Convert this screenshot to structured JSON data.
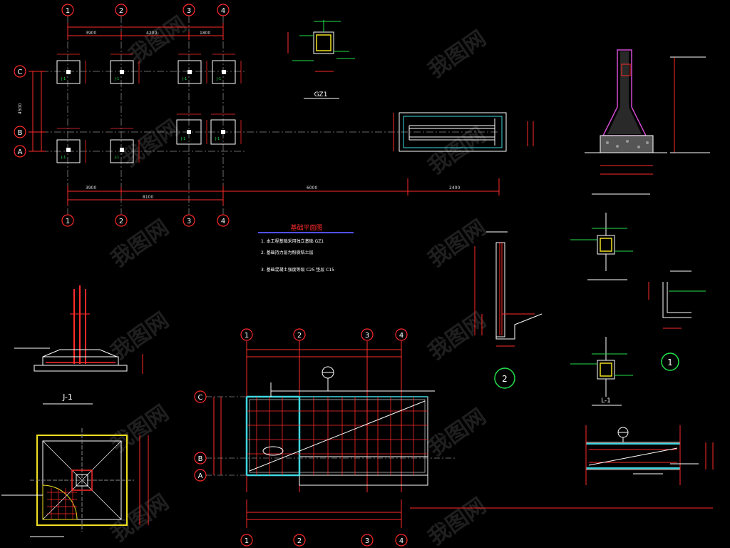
{
  "colors": {
    "background": "#000000",
    "axis": "#ff2a2a",
    "wall": "#ffffff",
    "rebar": "#ff3030",
    "slab_edge": "#3fd7e0",
    "green": "#22e04a",
    "yellow": "#f0e020",
    "magenta": "#d24ad2",
    "purple_rule": "#5050ff",
    "text": "#ffffff"
  },
  "top_plan": {
    "axis_labels_x": [
      "1",
      "2",
      "3",
      "4"
    ],
    "axis_labels_y": [
      "C",
      "B",
      "A"
    ],
    "footing_tag": "J-1"
  },
  "column_detail": {
    "title": "GZ1"
  },
  "notes": {
    "title": "基础平面图",
    "lines": [
      "1. 本工程基础采用独立基础 GZ1",
      "2. 基础持力层为粉质粘土层",
      "3. 基础混凝土强度等级 C25 垫层 C15"
    ]
  },
  "footing_section": {
    "title": "J-1"
  },
  "bottom_plan": {
    "axis_labels_x": [
      "1",
      "2",
      "3",
      "4"
    ],
    "axis_labels_y": [
      "C",
      "B",
      "A"
    ]
  },
  "callouts": {
    "left": "2",
    "right": "1",
    "beam": "L-1"
  },
  "watermark": {
    "text": "我图网"
  }
}
